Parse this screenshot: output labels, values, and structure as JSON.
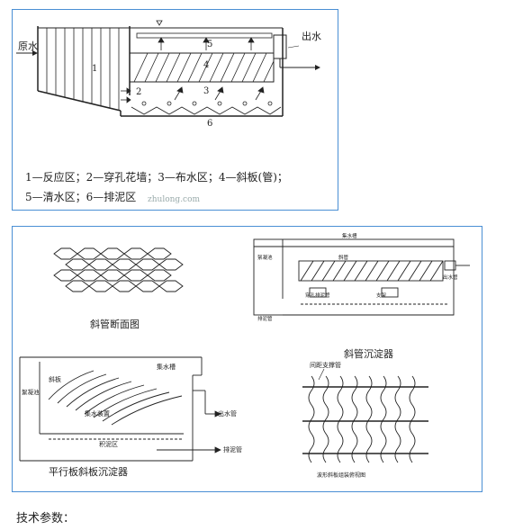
{
  "fig1": {
    "inlet": "原水",
    "outlet": "出水",
    "num1": "1",
    "num2": "2",
    "num3": "3",
    "num4": "4",
    "num5": "5",
    "num6": "6",
    "legend_line1": "1—反应区；2—穿孔花墙；3—布水区；4—斜板(管)；",
    "legend_line2": "5—清水区；6—排泥区",
    "watermark": "zhulong.com"
  },
  "fig2": {
    "hex_title": "斜管断面图",
    "clarifier_title": "斜管沉淀器",
    "label_collector": "集水槽",
    "label_floc": "絮凝池",
    "label_tube": "斜管",
    "label_perf": "穿孔排泥管",
    "label_support": "支架",
    "label_outpipe": "出水管",
    "label_sludgepipe": "排泥管",
    "plate_title": "平行板斜板沉淀器",
    "plate_label_plate": "斜板",
    "plate_label_trough": "集水槽",
    "plate_label_floc": "絮凝池",
    "plate_label_collector_pipe": "集水装置",
    "plate_label_out": "出水管",
    "plate_label_sludgezone": "积泥区",
    "plate_label_sludge": "排泥管",
    "wave_label_top": "间距支撑管",
    "wave_title": "波形斜板组装俯视图"
  },
  "caption": "技术参数："
}
